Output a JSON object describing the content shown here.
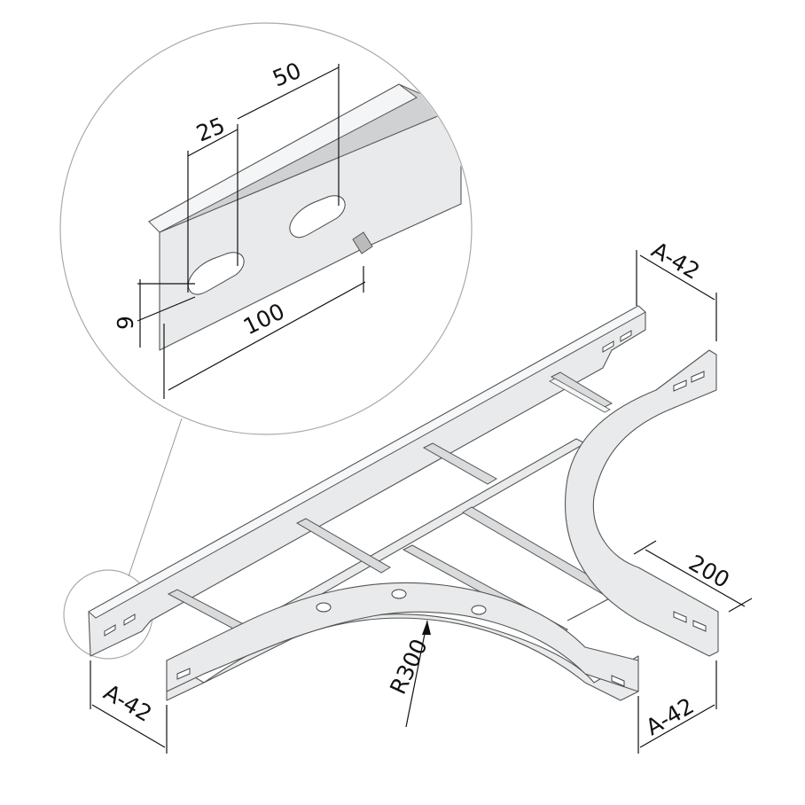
{
  "dimensions": {
    "slot_pitch": "50",
    "slot_offset": "25",
    "slot_height": "9",
    "slot_length": "100",
    "width_top_right": "A-42",
    "width_left": "A-42",
    "width_bottom_right": "A-42",
    "branch_length": "200",
    "bend_radius": "R300"
  },
  "colors": {
    "metal": "#e9eaeb",
    "outline": "#555555",
    "dimension": "#111111"
  }
}
